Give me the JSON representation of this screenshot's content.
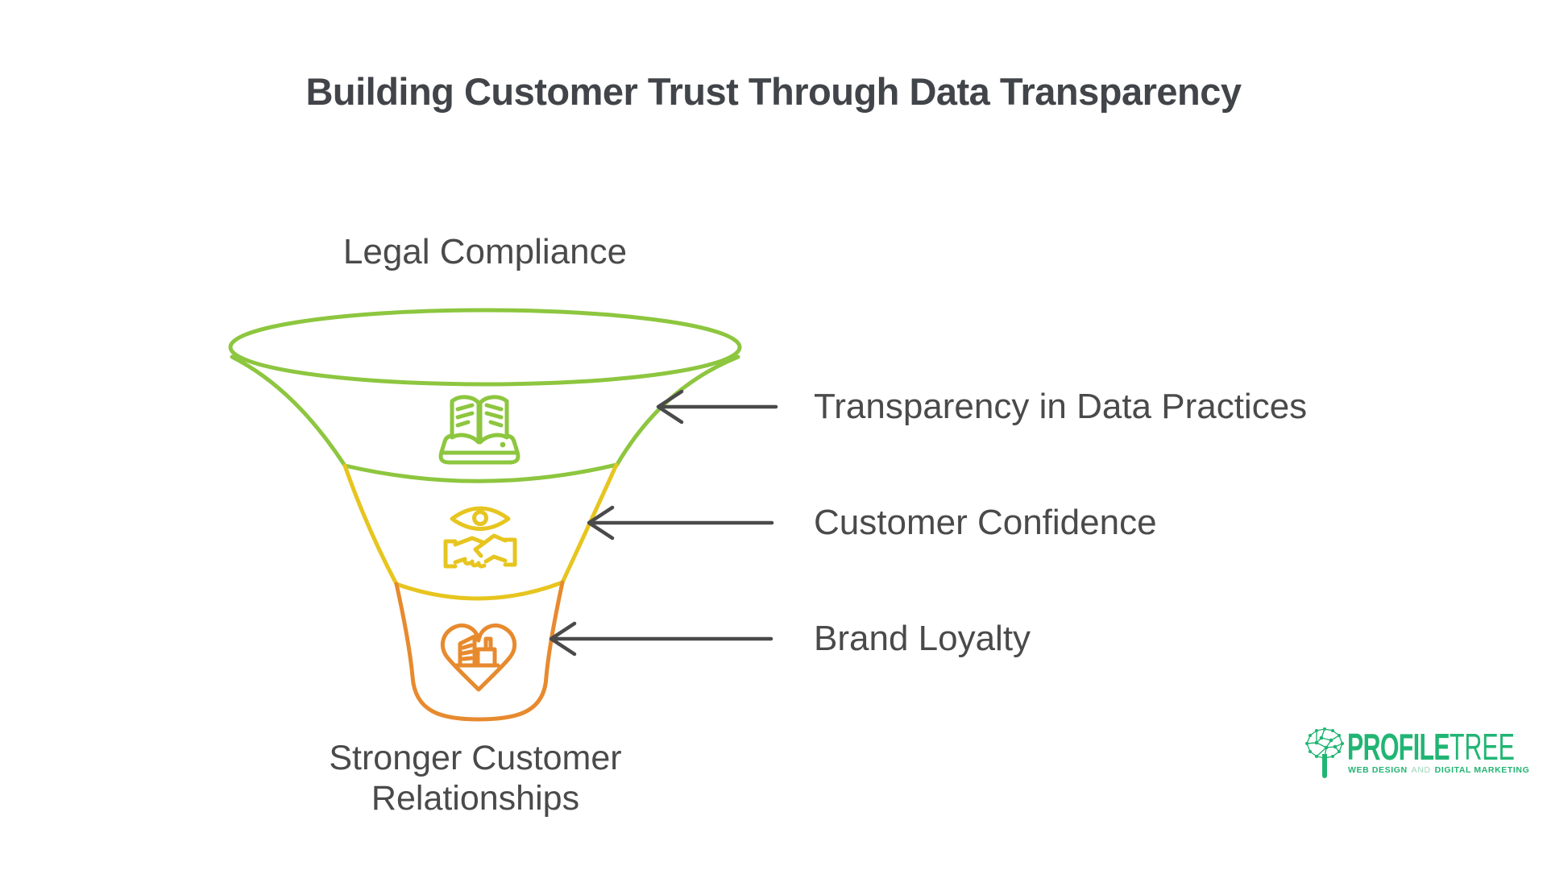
{
  "title": "Building Customer Trust Through Data Transparency",
  "funnel": {
    "top_label": "Legal Compliance",
    "bottom_label": [
      "Stronger Customer",
      "Relationships"
    ],
    "stages": [
      {
        "icon": "open-book-icon",
        "color_name": "green"
      },
      {
        "icon": "eye-over-handshake-icon",
        "color_name": "yellow"
      },
      {
        "icon": "heart-with-factory-icon",
        "color_name": "orange"
      }
    ]
  },
  "callouts": [
    {
      "label": "Transparency in Data Practices"
    },
    {
      "label": "Customer Confidence"
    },
    {
      "label": "Brand Loyalty"
    }
  ],
  "logo": {
    "brand_bold": "PROFILE",
    "brand_light": "TREE",
    "tagline_web": "WEB DESIGN",
    "tagline_and": "AND",
    "tagline_marketing": "DIGITAL MARKETING"
  },
  "colors": {
    "c-green": "#8DC63F",
    "c-yellow": "#E7C51F",
    "c-orange": "#E78A2E",
    "c-arrow": "#4A4A4A",
    "c-text": "#4A4A4A",
    "c-title": "#414449",
    "c-logo": "#21B573",
    "c-logo-light": "#9CD6B8",
    "c-bg": "#FFFFFF"
  }
}
